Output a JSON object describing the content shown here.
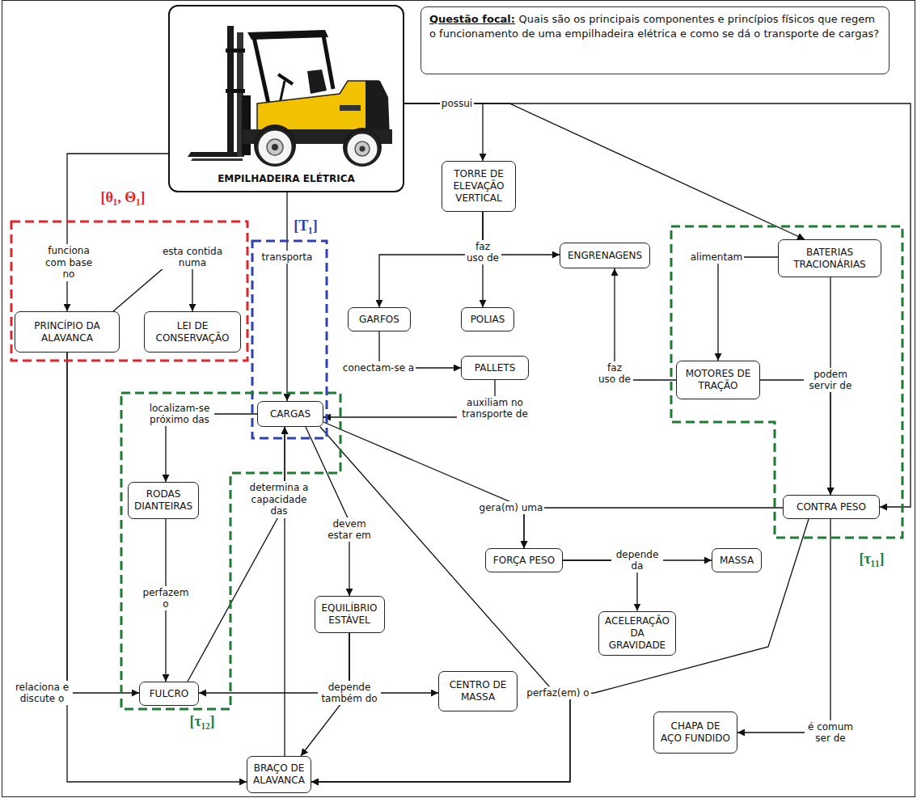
{
  "diagram": {
    "nodes": [
      {
        "text": [
          "EMPILHADEIRA ELÉTRICA"
        ]
      },
      {
        "text": [
          "Questão focal:",
          "Quais são os principais componentes e princípios físicos que regem o funcionamento de uma empilhadeira elétrica e como se dá o transporte de cargas?"
        ]
      },
      {
        "text": [
          "TORRE DE ELEVAÇÃO VERTICAL"
        ]
      },
      {
        "text": [
          "[θ₁, Θ₁]"
        ]
      },
      {
        "text": [
          "PRINCÍPIO DA ALAVANCA"
        ],
        "in": 3
      },
      {
        "text": [
          "LEI DE CONSERVAÇÃO"
        ],
        "in": 3
      },
      {
        "text": [
          "[T₁]"
        ]
      },
      {
        "text": [
          "CARGAS"
        ],
        "in": 6
      },
      {
        "text": [
          "ENGRENAGENS"
        ]
      },
      {
        "text": [
          "[τ₁₁]"
        ]
      },
      {
        "text": [
          "BATERIAS TRACIONÁRIAS"
        ],
        "in": 9
      },
      {
        "text": [
          "MOTORES DE TRAÇÃO"
        ],
        "in": 9
      },
      {
        "text": [
          "CONTRA PESO"
        ],
        "in": 9
      },
      {
        "text": [
          "GARFOS"
        ]
      },
      {
        "text": [
          "POLIAS"
        ]
      },
      {
        "text": [
          "PALLETS"
        ]
      },
      {
        "text": [
          "[τ₁₂]"
        ]
      },
      {
        "text": [
          "RODAS DIANTEIRAS"
        ],
        "in": 16
      },
      {
        "text": [
          "FULCRO"
        ],
        "in": 16
      },
      {
        "text": [
          "FORÇA PESO"
        ]
      },
      {
        "text": [
          "MASSA"
        ]
      },
      {
        "text": [
          "EQUILÍBRIO ESTÁVEL"
        ]
      },
      {
        "text": [
          "ACELERAÇÃO DA GRAVIDADE"
        ]
      },
      {
        "text": [
          "CENTRO DE MASSA"
        ]
      },
      {
        "text": [
          "CHAPA DE AÇO FUNDIDO"
        ]
      },
      {
        "text": [
          "BRAÇO DE ALAVANCA"
        ]
      }
    ],
    "edges": [
      {
        "from": 0,
        "to": 4,
        "label": "funciona com base no",
        "arrow": "to"
      },
      {
        "from": 4,
        "to": 5,
        "label": "esta contida numa",
        "arrow": "to"
      },
      {
        "from": 0,
        "to": 7,
        "label": "transporta",
        "arrow": "to"
      },
      {
        "from": 0,
        "to": 2,
        "label": "possui",
        "arrow": "to"
      },
      {
        "from": 0,
        "to": 10,
        "arrow": "to"
      },
      {
        "from": 0,
        "to": 12,
        "arrow": "to"
      },
      {
        "from": 2,
        "to": 13,
        "label": "faz uso de",
        "arrow": "to"
      },
      {
        "from": 2,
        "to": 14,
        "arrow": "to"
      },
      {
        "from": 2,
        "to": 8,
        "arrow": "to"
      },
      {
        "from": 13,
        "to": 15,
        "label": "conectam-se a",
        "arrow": "to"
      },
      {
        "from": 15,
        "to": 7,
        "label": "auxiliam no transporte de",
        "arrow": "to"
      },
      {
        "from": 10,
        "to": 11,
        "label": "alimentam",
        "arrow": "to"
      },
      {
        "from": 11,
        "to": 8,
        "label": "faz uso de",
        "arrow": "to"
      },
      {
        "from": 11,
        "to": 12,
        "label": "podem servir de",
        "arrow": "to"
      },
      {
        "from": 10,
        "to": 12,
        "arrow": "to"
      },
      {
        "from": 7,
        "to": 19,
        "label": "gera(m) uma",
        "arrow": "to"
      },
      {
        "from": 12,
        "to": 19,
        "arrow": "to"
      },
      {
        "from": 19,
        "to": 20,
        "label": "depende da",
        "arrow": "to"
      },
      {
        "from": 19,
        "to": 22,
        "arrow": "to"
      },
      {
        "from": 7,
        "to": 17,
        "label": "localizam-se próximo das",
        "arrow": "to"
      },
      {
        "from": 17,
        "to": 18,
        "label": "perfazem o",
        "arrow": "to"
      },
      {
        "from": 18,
        "to": 7,
        "label": "determina a capacidade das",
        "arrow": "to"
      },
      {
        "from": 25,
        "to": 7,
        "arrow": "to"
      },
      {
        "from": 7,
        "to": 21,
        "label": "devem estar em",
        "arrow": "to"
      },
      {
        "from": 21,
        "to": 18,
        "label": "depende também do",
        "arrow": "to"
      },
      {
        "from": 21,
        "to": 23,
        "arrow": "to"
      },
      {
        "from": 21,
        "to": 25,
        "arrow": "to"
      },
      {
        "from": 7,
        "to": 25,
        "label": "perfaz(em) o",
        "arrow": "to"
      },
      {
        "from": 12,
        "to": 25,
        "arrow": "to"
      },
      {
        "from": 4,
        "to": 18,
        "label": "relaciona e discute o",
        "arrow": "to"
      },
      {
        "from": 4,
        "to": 25,
        "arrow": "to"
      },
      {
        "from": 12,
        "to": 24,
        "label": "é comum ser de",
        "arrow": "to"
      }
    ]
  }
}
